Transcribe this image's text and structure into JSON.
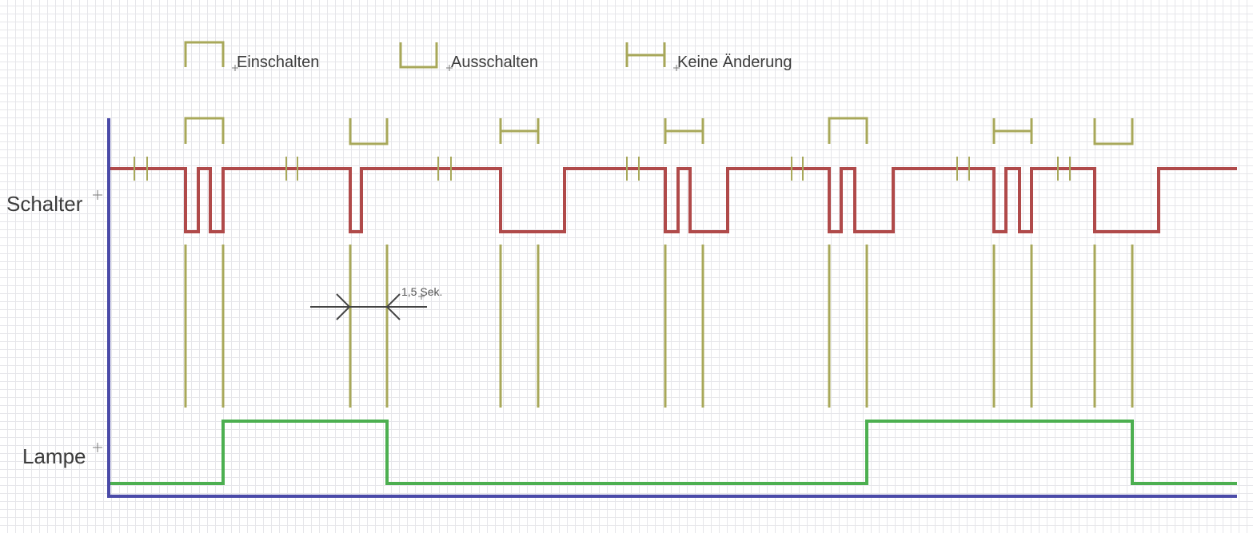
{
  "legend": {
    "on_label": "Einschalten",
    "off_label": "Ausschalten",
    "nochange_label": "Keine Änderung"
  },
  "axes": {
    "switch_label": "Schalter",
    "lamp_label": "Lampe"
  },
  "measurement": {
    "label": "1,5 Sek."
  },
  "colors": {
    "grid": "#e6e6ea",
    "axis": "#4a4aa8",
    "switch_signal": "#b04a4a",
    "lamp_signal": "#4caf50",
    "marker": "#a8a85a",
    "dimension": "#444444",
    "text": "#3c3c3c"
  },
  "events": [
    {
      "type": "on"
    },
    {
      "type": "off"
    },
    {
      "type": "nochange"
    },
    {
      "type": "nochange"
    },
    {
      "type": "on"
    },
    {
      "type": "nochange"
    },
    {
      "type": "off"
    }
  ]
}
